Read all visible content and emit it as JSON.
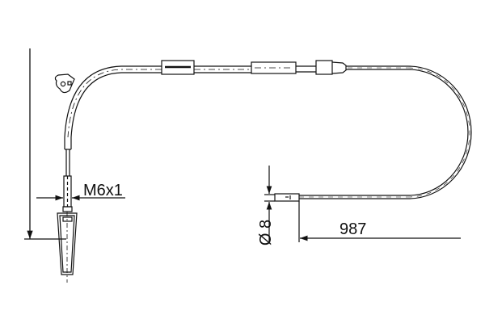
{
  "drawing": {
    "subject": "brake cable technical drawing",
    "line_color": "#111111",
    "background": "#ffffff"
  },
  "dimensions": {
    "thread": "M6x1",
    "diameter": "Ø 8",
    "length": "987"
  }
}
